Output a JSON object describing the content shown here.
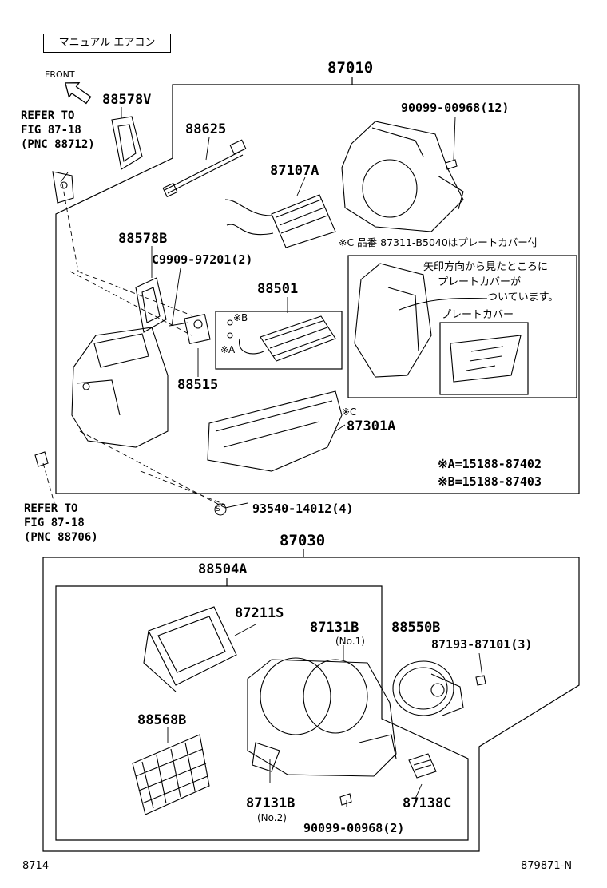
{
  "header": {
    "title": "マニュアル エアコン",
    "front_label": "FRONT"
  },
  "refs": {
    "ref1": {
      "line1": "REFER TO",
      "line2": "FIG 87-18",
      "line3": "(PNC 88712)"
    },
    "ref2": {
      "line1": "REFER TO",
      "line2": "FIG 87-18",
      "line3": "(PNC 88706)"
    }
  },
  "assemblies": {
    "upper": "87010",
    "lower": "87030",
    "sub_lower": "88504A"
  },
  "parts": {
    "p88578V": "88578V",
    "p88625": "88625",
    "p90099_12": "90099-00968(12)",
    "p87107A": "87107A",
    "p88578B": "88578B",
    "pC9909": "C9909-97201(2)",
    "p88501": "88501",
    "p88515": "88515",
    "p87301A": "87301A",
    "p93540": "93540-14012(4)",
    "p87211S": "87211S",
    "p87131B_1": "87131B",
    "p87131B_1_note": "(No.1)",
    "p88550B": "88550B",
    "p87193": "87193-87101(3)",
    "p88568B": "88568B",
    "p87131B_2": "87131B",
    "p87131B_2_note": "(No.2)",
    "p87138C": "87138C",
    "p90099_2": "90099-00968(2)"
  },
  "notes": {
    "note_c_header": "※C 品番 87311-B5040はプレートカバー付",
    "note_box_line1": "矢印方向から見たところに",
    "note_box_line2": "プレートカバーが",
    "note_box_line3": "ついています。",
    "plate_cover": "プレートカバー",
    "mark_c": "※C",
    "mark_b": "※B",
    "mark_a": "※A",
    "def_a": "※A=15188-87402",
    "def_b": "※B=15188-87403"
  },
  "footer": {
    "left": "8714",
    "right": "879871-N"
  }
}
